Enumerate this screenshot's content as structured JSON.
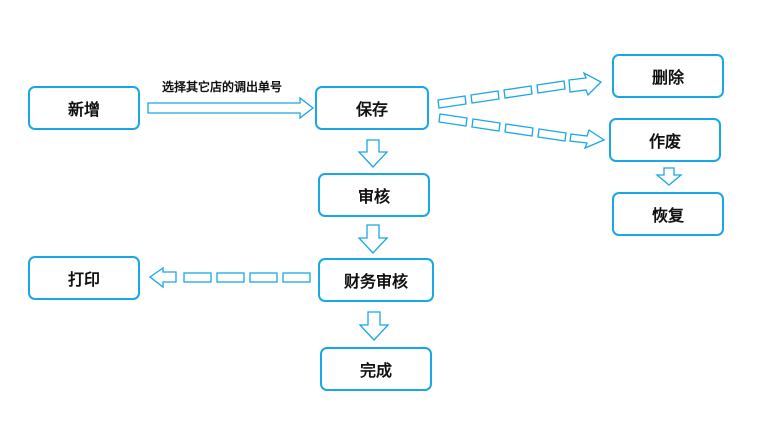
{
  "nodes": {
    "new": "新增",
    "save": "保存",
    "review": "审核",
    "finance_review": "财务审核",
    "complete": "完成",
    "print": "打印",
    "delete": "删除",
    "void": "作废",
    "restore": "恢复"
  },
  "edge_labels": {
    "new_to_save": "选择其它店的调出单号"
  },
  "colors": {
    "border": "#1aa7e6",
    "arrow_stroke": "#1aa7e6",
    "arrow_fill": "#ffffff",
    "text": "#111111"
  }
}
